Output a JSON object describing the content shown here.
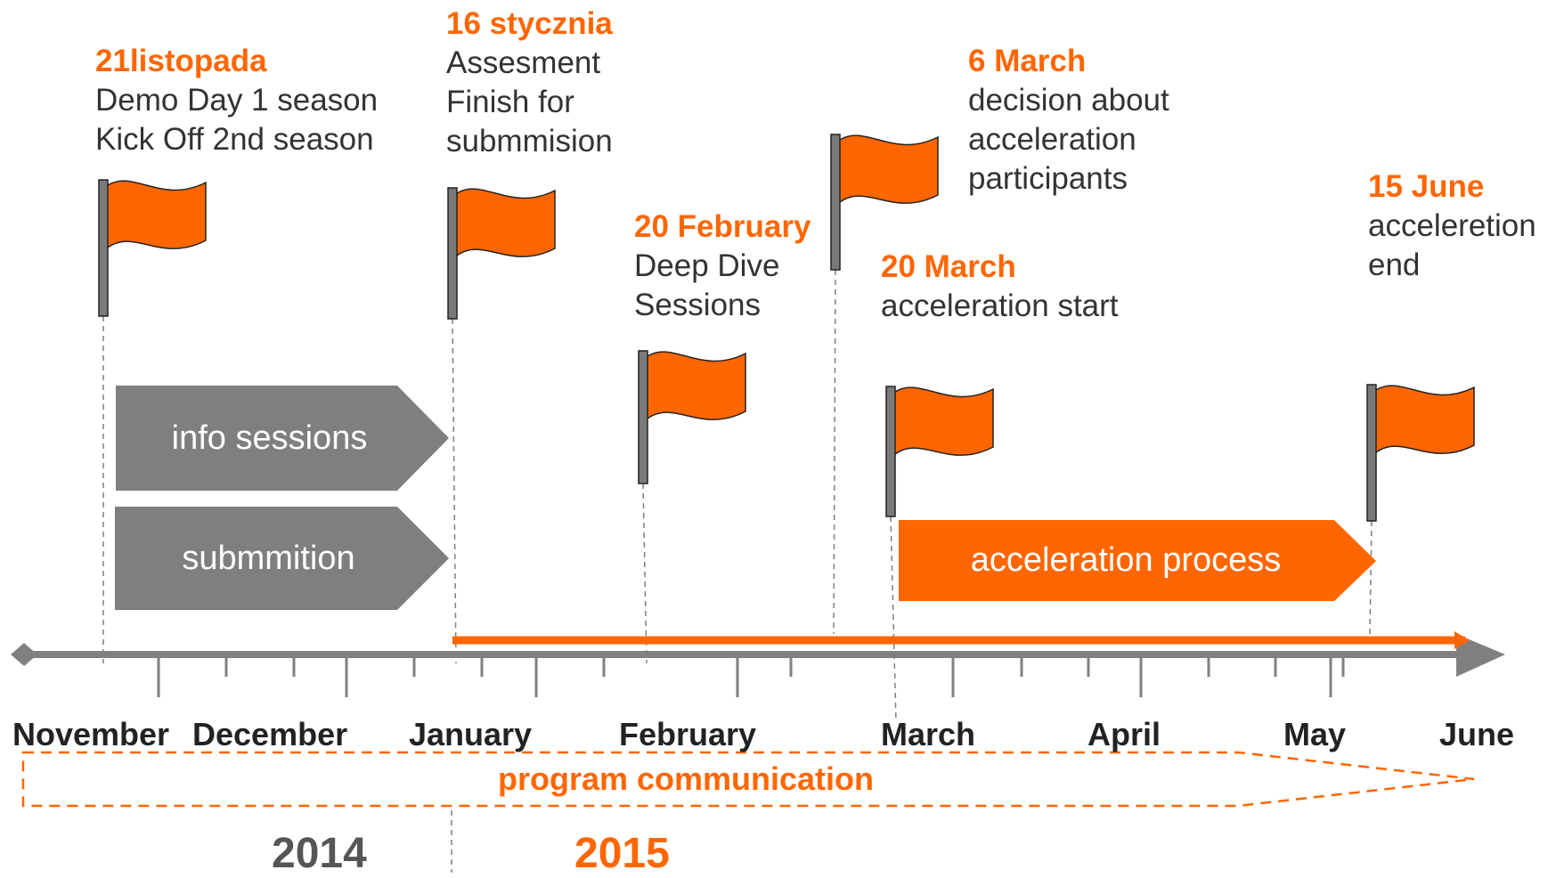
{
  "colors": {
    "accent": "#ff6600",
    "grey": "#7f7f7f",
    "axis": "#808080",
    "text": "#333333"
  },
  "events": [
    {
      "date": "21listopada",
      "lines": [
        "Demo Day 1 season",
        "Kick Off 2nd season"
      ]
    },
    {
      "date": "16 stycznia",
      "lines": [
        "Assesment",
        "Finish for",
        "submmision"
      ]
    },
    {
      "date": "20 February",
      "lines": [
        "Deep Dive",
        "Sessions"
      ]
    },
    {
      "date": "6 March",
      "lines": [
        "decision about",
        "acceleration",
        "participants"
      ]
    },
    {
      "date": "20 March",
      "lines": [
        "acceleration start"
      ]
    },
    {
      "date": "15 June",
      "lines": [
        "acceleretion",
        "end"
      ]
    }
  ],
  "bars": {
    "info_sessions": "info sessions",
    "submmition": "submmition",
    "acceleration_process": "acceleration process"
  },
  "months": [
    "November",
    "December",
    "January",
    "February",
    "March",
    "April",
    "May",
    "June"
  ],
  "program_communication": "program communication",
  "years": {
    "y2014": "2014",
    "y2015": "2015"
  }
}
